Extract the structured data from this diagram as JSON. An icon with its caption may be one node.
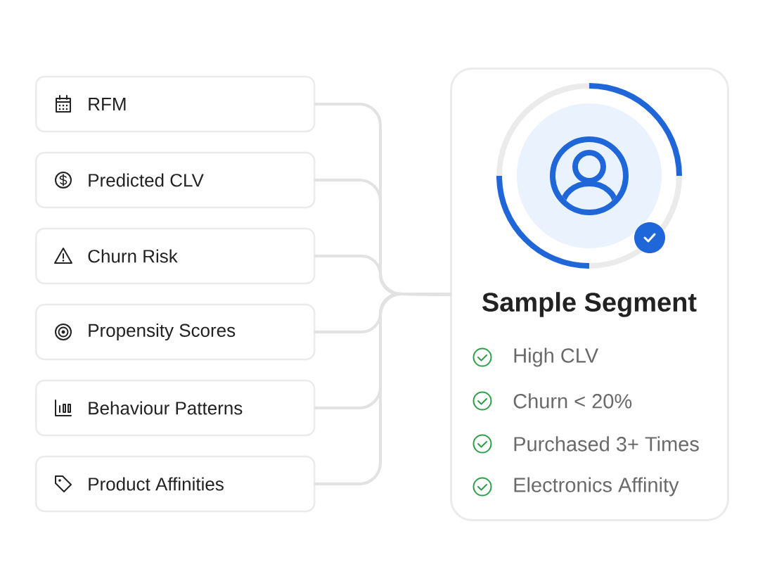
{
  "diagram": {
    "nodes": [
      {
        "text": [
          "RFM"
        ]
      },
      {
        "text": [
          "Predicted CLV"
        ]
      },
      {
        "text": [
          "Churn Risk"
        ]
      },
      {
        "text": [
          "Propensity Scores"
        ]
      },
      {
        "text": [
          "Behaviour Patterns"
        ]
      },
      {
        "text": [
          "Product Affinities"
        ]
      },
      {
        "text": [
          "Sample Segment",
          "High CLV",
          "Churn < 20%",
          "Purchased 3+ Times",
          "Electronics Affinity"
        ]
      }
    ],
    "edges": [
      {
        "from": 0,
        "to": 6,
        "arrow": "none"
      },
      {
        "from": 1,
        "to": 6,
        "arrow": "none"
      },
      {
        "from": 2,
        "to": 6,
        "arrow": "none"
      },
      {
        "from": 3,
        "to": 6,
        "arrow": "none"
      },
      {
        "from": 4,
        "to": 6,
        "arrow": "none"
      },
      {
        "from": 5,
        "to": 6,
        "arrow": "none"
      }
    ]
  }
}
